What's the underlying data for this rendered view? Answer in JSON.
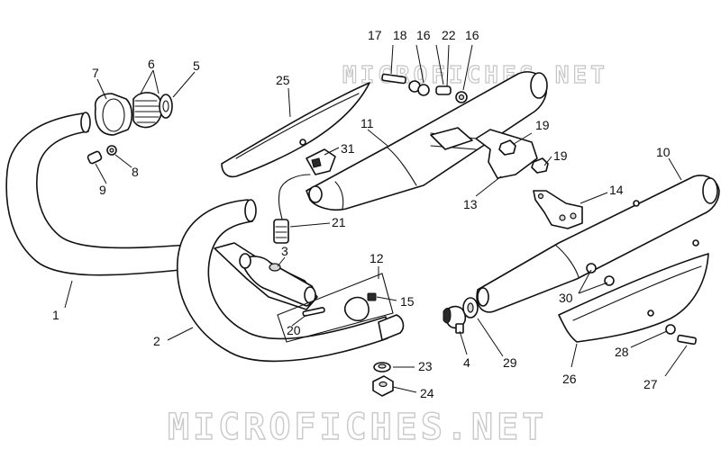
{
  "watermark": {
    "top": "MICROFICHES.NET",
    "bottom": "MICROFICHES.NET"
  },
  "callouts": {
    "c1": "1",
    "c2": "2",
    "c3": "3",
    "c4": "4",
    "c5": "5",
    "c6": "6",
    "c7": "7",
    "c8": "8",
    "c9": "9",
    "c10": "10",
    "c11": "11",
    "c12": "12",
    "c13": "13",
    "c14": "14",
    "c15": "15",
    "c16a": "16",
    "c16b": "16",
    "c17": "17",
    "c18": "18",
    "c19a": "19",
    "c19b": "19",
    "c20": "20",
    "c21": "21",
    "c22": "22",
    "c23": "23",
    "c24": "24",
    "c25": "25",
    "c26": "26",
    "c27": "27",
    "c28": "28",
    "c29": "29",
    "c30": "30",
    "c31": "31"
  },
  "colors": {
    "line": "#111111",
    "watermark": "#c9c9c9",
    "background": "#ffffff"
  }
}
